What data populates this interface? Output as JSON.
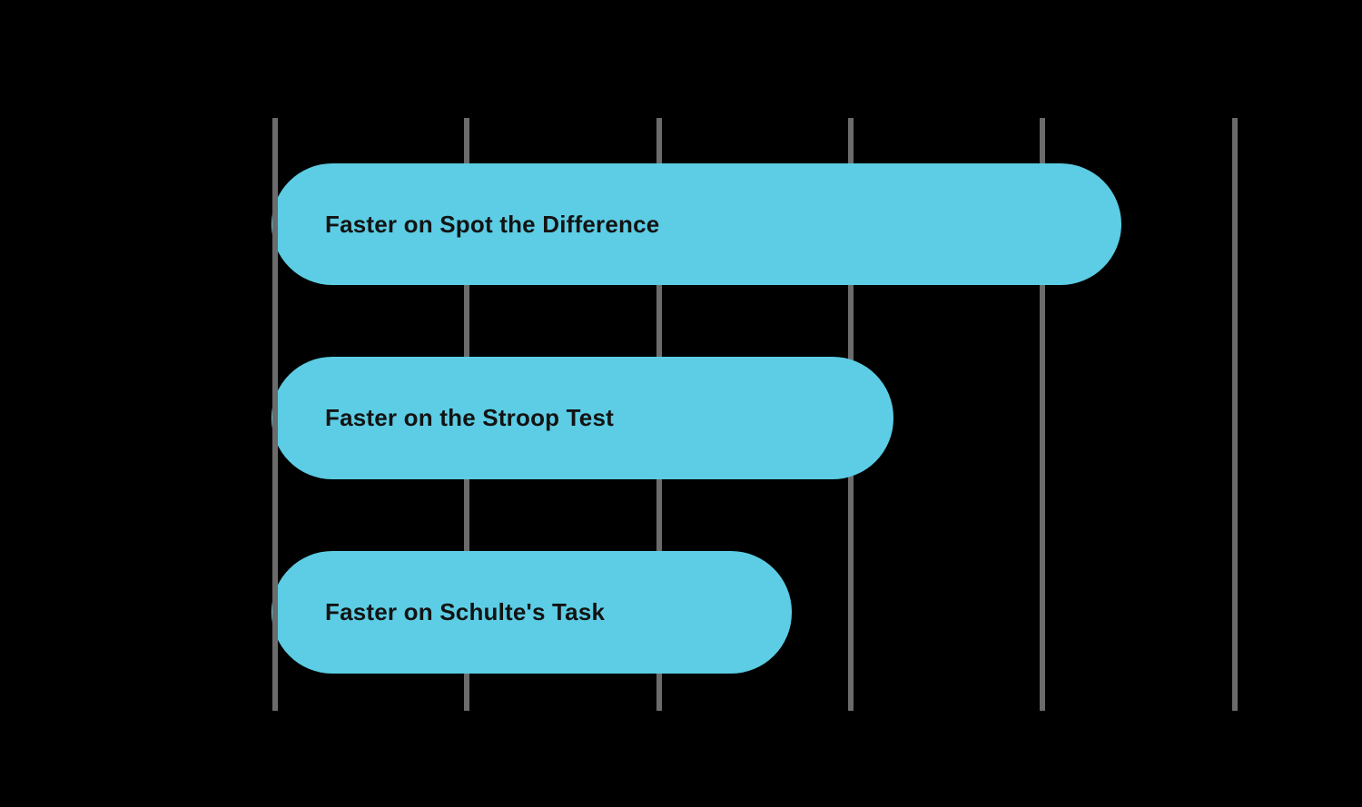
{
  "chart_data": {
    "type": "bar",
    "orientation": "horizontal",
    "title": "",
    "xlabel": "",
    "ylabel": "",
    "categories": [
      "Faster on Spot the Difference",
      "Faster on the Stroop Test",
      "Faster on Schulte's Task"
    ],
    "values": [
      4.43,
      3.24,
      2.71
    ],
    "value_note": "axis ticks are unlabeled; values estimated in gridline units (1 unit = one gridline interval)",
    "xlim": [
      0,
      5.2
    ],
    "gridline_positions": [
      0,
      1,
      2,
      3,
      4,
      5
    ],
    "grid": "vertical gridlines only, unlabeled",
    "legend": false,
    "bar_labels_inside": true
  },
  "colors": {
    "background": "#000000",
    "bar": "#5CCDE4",
    "bar_text": "#131313",
    "gridline": "#6B6B6B"
  }
}
